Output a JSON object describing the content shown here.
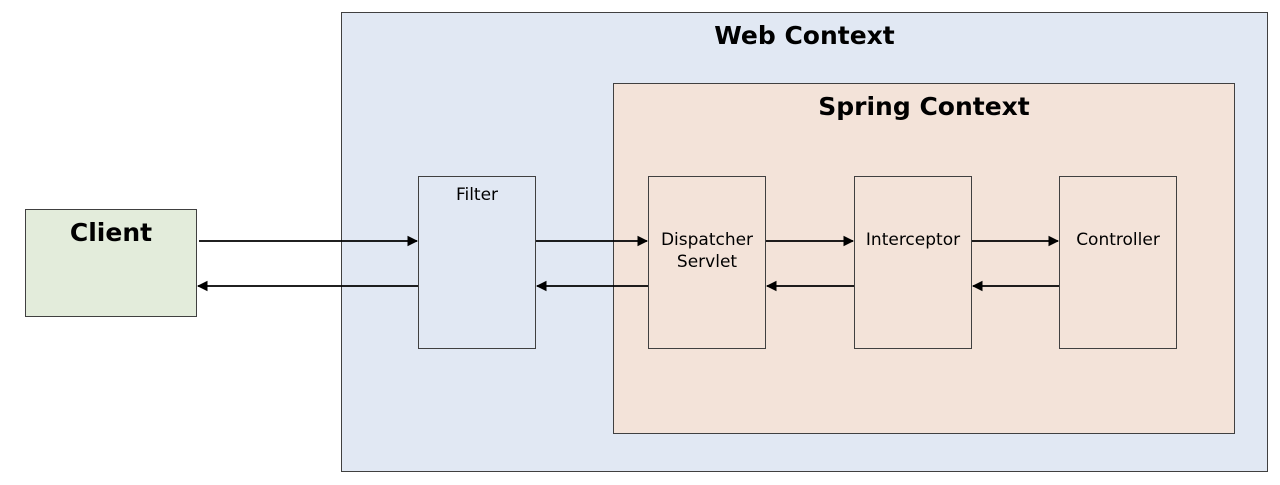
{
  "web_context": {
    "title": "Web Context"
  },
  "spring_context": {
    "title": "Spring Context"
  },
  "client": {
    "label": "Client"
  },
  "filter": {
    "label": "Filter"
  },
  "dispatcher": {
    "label": "Dispatcher\nServlet"
  },
  "interceptor": {
    "label": "Interceptor"
  },
  "controller": {
    "label": "Controller"
  },
  "colors": {
    "web_context_fill": "#e1e8f3",
    "spring_context_fill": "#f3e3d9",
    "client_fill": "#e3ecdb",
    "border": "#404040",
    "arrow": "#000000"
  }
}
